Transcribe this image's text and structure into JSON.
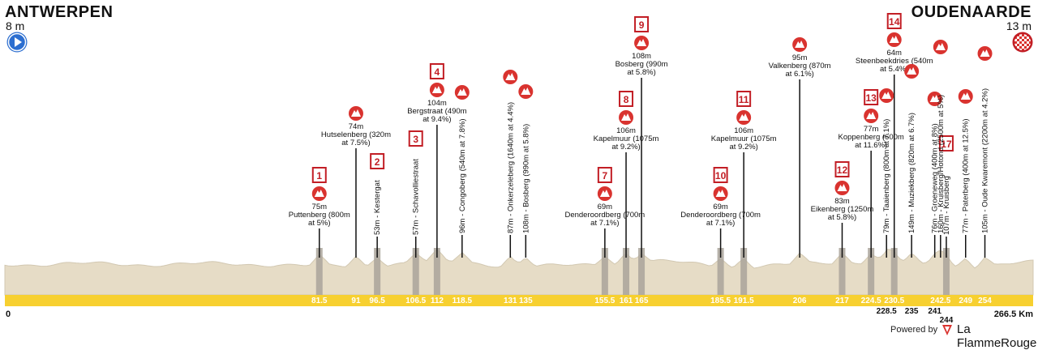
{
  "header": {
    "start_name": "ANTWERPEN",
    "start_alt": "8 m",
    "finish_name": "OUDENAARDE",
    "finish_alt": "13 m",
    "start_icon": "play-icon",
    "finish_icon": "checkered-flag-icon"
  },
  "footer": {
    "powered_by": "Powered by",
    "brand": "La FlammeRouge",
    "brand_icon": "flamme-rouge-flag-icon"
  },
  "colors": {
    "terrain": "#e6dcc6",
    "terrain_top": "#d2c8b2",
    "axis_band": "#f7d030",
    "cobbles": "#a9a39a",
    "climb_marker": "#d9332f",
    "sector_badge": "#c21e25"
  },
  "chart_data": {
    "type": "area",
    "xlabel": "Km",
    "xlim": [
      0,
      266.5
    ],
    "axis_start_label": "0",
    "axis_end_label": "266.5 Km",
    "km_ticks": [
      {
        "km": 81.5,
        "label": "81.5",
        "row": 0
      },
      {
        "km": 91,
        "label": "91",
        "row": 0
      },
      {
        "km": 96.5,
        "label": "96.5",
        "row": 0
      },
      {
        "km": 106.5,
        "label": "106.5",
        "row": 0
      },
      {
        "km": 112,
        "label": "112",
        "row": 0
      },
      {
        "km": 118.5,
        "label": "118.5",
        "row": 0
      },
      {
        "km": 131,
        "label": "131",
        "row": 0
      },
      {
        "km": 135,
        "label": "135",
        "row": 0
      },
      {
        "km": 155.5,
        "label": "155.5",
        "row": 0
      },
      {
        "km": 161,
        "label": "161",
        "row": 0
      },
      {
        "km": 165,
        "label": "165",
        "row": 0
      },
      {
        "km": 185.5,
        "label": "185.5",
        "row": 0
      },
      {
        "km": 191.5,
        "label": "191.5",
        "row": 0
      },
      {
        "km": 206,
        "label": "206",
        "row": 0
      },
      {
        "km": 217,
        "label": "217",
        "row": 0
      },
      {
        "km": 224.5,
        "label": "224.5",
        "row": 0
      },
      {
        "km": 230.5,
        "label": "230.5",
        "row": 0
      },
      {
        "km": 228.5,
        "label": "228.5",
        "row": 1
      },
      {
        "km": 235,
        "label": "235",
        "row": 1
      },
      {
        "km": 241,
        "label": "241",
        "row": 1
      },
      {
        "km": 242.5,
        "label": "242.5",
        "row": 0
      },
      {
        "km": 244,
        "label": "244",
        "row": 2
      },
      {
        "km": 249,
        "label": "249",
        "row": 0
      },
      {
        "km": 254,
        "label": "254",
        "row": 0
      }
    ],
    "cobbled_sectors": [
      {
        "number": "1",
        "km": 81.5,
        "name": "Puttenberg (800m",
        "detail": "at 5%)",
        "elev": "75m"
      },
      {
        "number": "2",
        "km": 96.5,
        "name": "53m - Kestergat"
      },
      {
        "number": "3",
        "km": 106.5,
        "name": "57m - Schavolliestraat"
      },
      {
        "number": "4",
        "km": 112,
        "name": "Bergstraat (490m",
        "detail": "at 9.4%)",
        "elev": "104m"
      },
      {
        "number": "7",
        "km": 155.5,
        "name": "Denderoordberg (700m",
        "detail": "at 7.1%)",
        "elev": "69m"
      },
      {
        "number": "8",
        "km": 161,
        "name": "Kapelmuur (1075m",
        "detail": "at 9.2%)",
        "elev": "106m"
      },
      {
        "number": "9",
        "km": 165,
        "name": "Bosberg (990m",
        "detail": "at 5.8%)",
        "elev": "108m"
      },
      {
        "number": "10",
        "km": 185.5,
        "name": "Denderoordberg (700m",
        "detail": "at 7.1%)",
        "elev": "69m"
      },
      {
        "number": "11",
        "km": 191.5,
        "name": "Kapelmuur (1075m",
        "detail": "at 9.2%)",
        "elev": "106m"
      },
      {
        "number": "12",
        "km": 217,
        "name": "Eikenberg (1250m",
        "detail": "at 5.8%)",
        "elev": "83m"
      },
      {
        "number": "13",
        "km": 224.5,
        "name": "Koppenberg (600m",
        "detail": "at 11.6%)",
        "elev": "77m"
      },
      {
        "number": "14",
        "km": 230.5,
        "name": "Steenbeekdries (540m",
        "detail": "at 5.4%)",
        "elev": "64m"
      },
      {
        "number": "17",
        "km": 244,
        "name": "107m - Kruisberg"
      }
    ],
    "climbs": [
      {
        "km": 91,
        "name": "Hutselenberg (320m",
        "detail": "at 7.5%)",
        "elev": "74m"
      },
      {
        "km": 118.5,
        "name": "96m - Congoberg (540m at 7.8%)"
      },
      {
        "km": 131,
        "name": "87m - Onkerzeleberg (1640m at 4.4%)"
      },
      {
        "km": 135,
        "name": "108m - Bosberg (990m at 5.8%)"
      },
      {
        "km": 206,
        "name": "Valkenberg (870m",
        "detail": "at 6.1%)",
        "elev": "95m"
      },
      {
        "km": 228.5,
        "name": "79m - Taaienberg (800m at 7.1%)"
      },
      {
        "km": 235,
        "name": "149m - Muziekberg (820m at 6.7%)"
      },
      {
        "km": 241,
        "name": "76m - Groeneweg (400m at 8%)"
      },
      {
        "km": 242.5,
        "name": "160m - Kruisberg/Hotond (2500m at 5%)"
      },
      {
        "km": 249,
        "name": "77m - Paterberg (400m at 12.5%)"
      },
      {
        "km": 254,
        "name": "105m - Oude Kwaremont (2200m at 4.2%)"
      }
    ]
  }
}
